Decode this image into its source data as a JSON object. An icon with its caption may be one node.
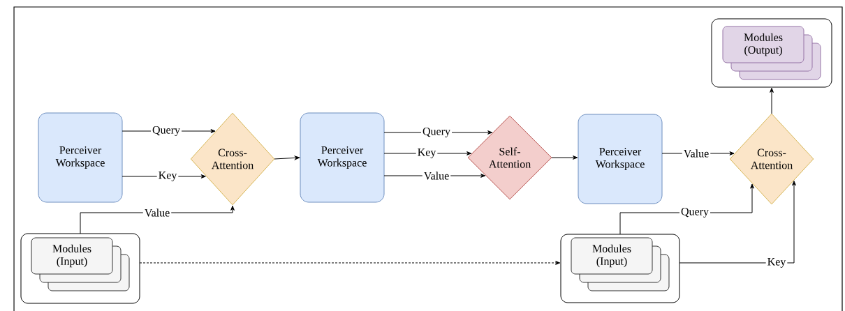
{
  "diagram": {
    "nodes": [
      {
        "text": [
          "Perceiver Workspace"
        ]
      },
      {
        "text": [
          "Cross-Attention"
        ]
      },
      {
        "text": [
          "Perceiver Workspace"
        ]
      },
      {
        "text": [
          "Self-Attention"
        ]
      },
      {
        "text": [
          "Perceiver Workspace"
        ]
      },
      {
        "text": [
          "Cross-Attention"
        ]
      },
      {
        "text": [],
        "shape": "box"
      },
      {
        "text": [
          "Modules (Output)"
        ],
        "in": 6
      },
      {
        "text": [],
        "shape": "box"
      },
      {
        "text": [
          "Modules (Input)"
        ],
        "in": 8
      },
      {
        "text": [],
        "shape": "box"
      },
      {
        "text": [
          "Modules (Input)"
        ],
        "in": 10
      }
    ],
    "edges": [
      {
        "from": 0,
        "to": 1,
        "arrow": "to",
        "label": "Query"
      },
      {
        "from": 0,
        "to": 1,
        "arrow": "to",
        "label": "Key"
      },
      {
        "from": 8,
        "to": 1,
        "arrow": "to",
        "label": "Value"
      },
      {
        "from": 1,
        "to": 2,
        "arrow": "to"
      },
      {
        "from": 2,
        "to": 3,
        "arrow": "to",
        "label": "Query"
      },
      {
        "from": 2,
        "to": 3,
        "arrow": "to",
        "label": "Key"
      },
      {
        "from": 2,
        "to": 3,
        "arrow": "to",
        "label": "Value"
      },
      {
        "from": 3,
        "to": 4,
        "arrow": "to"
      },
      {
        "from": 4,
        "to": 5,
        "arrow": "to",
        "label": "Value"
      },
      {
        "from": 10,
        "to": 5,
        "arrow": "to",
        "label": "Query"
      },
      {
        "from": 10,
        "to": 5,
        "arrow": "to",
        "label": "Key"
      },
      {
        "from": 5,
        "to": 6,
        "arrow": "to"
      },
      {
        "from": 8,
        "to": 10,
        "arrow": "to",
        "style": "dashed"
      }
    ]
  }
}
